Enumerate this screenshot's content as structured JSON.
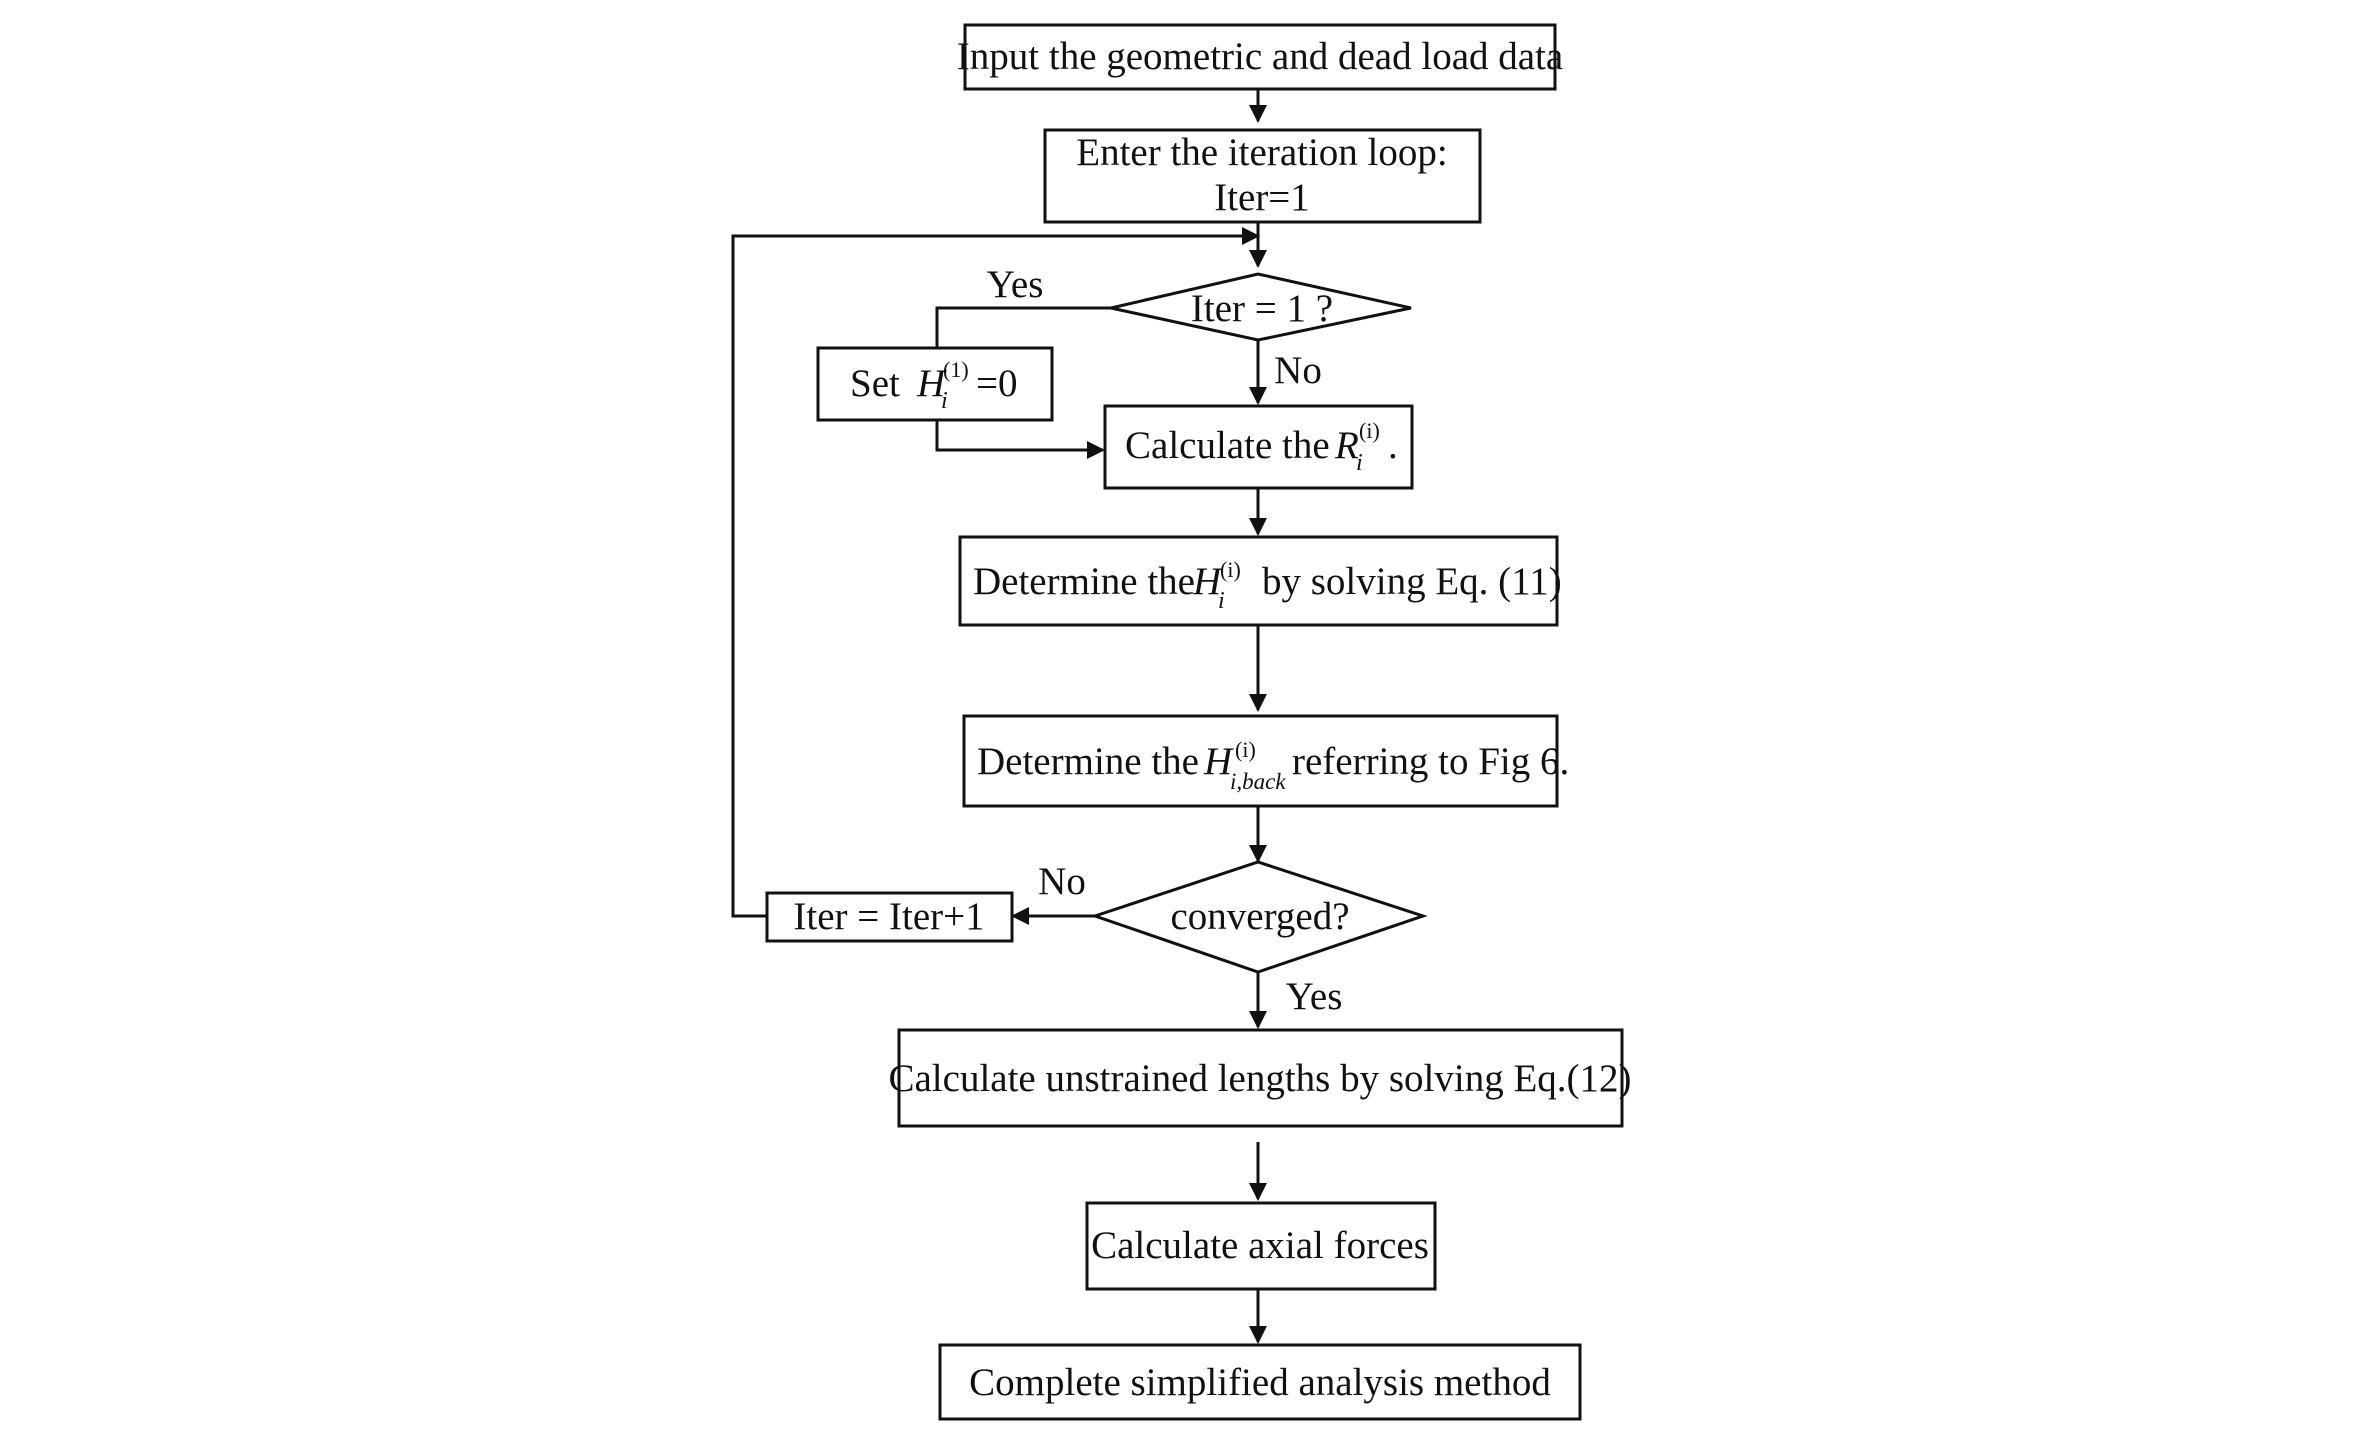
{
  "flowchart": {
    "input_step": "Input the geometric and dead load data",
    "iteration_step": {
      "line1": "Enter the iteration loop:",
      "line2": "Iter=1"
    },
    "first_iter_decision": "Iter = 1  ?",
    "first_iter_yes": "Yes",
    "first_iter_no": "No",
    "set_step": {
      "word": "Set",
      "symbol": "H",
      "superscript": "(1)",
      "subscript": "i",
      "equals": "=0"
    },
    "calculate_r_step": {
      "text": "Calculate  the",
      "symbol": "R",
      "superscript": "(i)",
      "subscript": "i",
      "end": "."
    },
    "determine_h_step": {
      "prefix": "Determine the",
      "symbol": "H",
      "superscript": "(i)",
      "subscript": "i",
      "suffix": "by solving  Eq. (11)"
    },
    "determine_hback_step": {
      "prefix": "Determine the",
      "symbol": "H",
      "superscript": "(i)",
      "subscript": "i,back",
      "suffix": "referring to Fig 6."
    },
    "converged_decision": "converged?",
    "converged_no": "No",
    "converged_yes": "Yes",
    "iter_increment": "Iter = Iter+1",
    "unstrained_step": "Calculate unstrained lengths by solving Eq.(12)",
    "axial_step": "Calculate axial forces",
    "complete_step": "Complete simplified analysis method"
  }
}
